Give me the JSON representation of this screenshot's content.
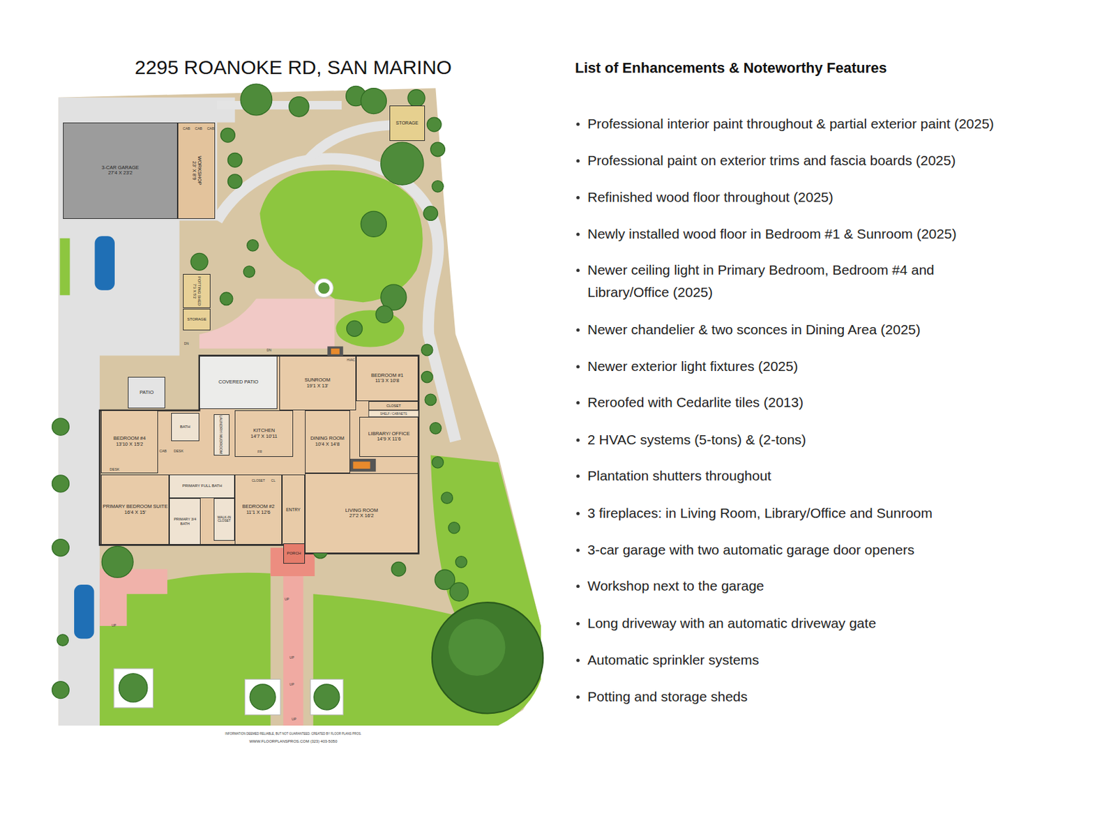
{
  "diagram": {
    "title": "2295 ROANOKE RD, SAN MARINO",
    "nodes": [
      {
        "text": [
          "3-CAR GARAGE",
          "27'4 X 23'2"
        ]
      },
      {
        "text": [
          "WORKSHOP",
          "23' X 8'9"
        ]
      },
      {
        "text": [
          "STORAGE"
        ]
      },
      {
        "text": [
          "POTTING SHED",
          "7'3 X 5'2"
        ]
      },
      {
        "text": [
          "STORAGE"
        ]
      },
      {
        "text": [
          "PATIO"
        ]
      },
      {
        "text": [
          "COVERED PATIO"
        ]
      },
      {
        "text": [
          "SUNROOM",
          "19'1 X 13'"
        ]
      },
      {
        "text": [
          "BEDROOM #1",
          "11'3 X 10'8"
        ]
      },
      {
        "text": [
          "CLOSET"
        ]
      },
      {
        "text": [
          "BEDROOM #4",
          "13'10 X 15'2"
        ]
      },
      {
        "text": [
          "BATH"
        ]
      },
      {
        "text": [
          "LAUNDRY/ MUDROOM"
        ]
      },
      {
        "text": [
          "KITCHEN",
          "14'7 X 10'11"
        ]
      },
      {
        "text": [
          "DINING ROOM",
          "10'4 X 14'8"
        ]
      },
      {
        "text": [
          "LIBRARY/ OFFICE",
          "14'9 X 11'6"
        ]
      },
      {
        "text": [
          "PRIMARY BEDROOM SUITE",
          "16'4 X 15'"
        ]
      },
      {
        "text": [
          "PRIMARY FULL BATH"
        ]
      },
      {
        "text": [
          "PRIMARY 3/4 BATH"
        ]
      },
      {
        "text": [
          "WALK-IN CLOSET"
        ]
      },
      {
        "text": [
          "BEDROOM #2",
          "11'1 X 12'6"
        ]
      },
      {
        "text": [
          "ENTRY"
        ]
      },
      {
        "text": [
          "LIVING ROOM",
          "27'2 X 16'2"
        ]
      },
      {
        "text": [
          "PORCH"
        ]
      }
    ],
    "labels": [
      "List of Enhancements & Noteworthy Features",
      "Professional interior paint throughout & partial exterior paint (2025)",
      "Professional paint on exterior trims and fascia boards (2025)",
      "Refinished wood floor throughout (2025)",
      "Newly installed wood floor in Bedroom #1 & Sunroom (2025)",
      "Newer ceiling light in Primary Bedroom, Bedroom #4 and Library/Office (2025)",
      "Newer chandelier & two sconces in Dining Area (2025)",
      "Newer exterior light fixtures (2025)",
      "Reroofed with Cedarlite tiles (2013)",
      "2 HVAC systems (5-tons) & (2-tons)",
      "Plantation shutters throughout",
      "3 fireplaces: in Living Room, Library/Office and Sunroom",
      "3-car garage with two automatic garage door openers",
      "Workshop next to the garage",
      "Long driveway with an automatic driveway gate",
      "Automatic sprinkler systems",
      "Potting and storage sheds",
      "CAB",
      "CAB",
      "CAB",
      "DN",
      "DN",
      "UP",
      "UP",
      "UP",
      "UP",
      "UP",
      "CAB",
      "DESK",
      "DESK",
      "CLOSET",
      "CL",
      "HVAC",
      "SHELF / CABINETS",
      "FR",
      "INFORMATION DEEMED RELIABLE, BUT NOT GUARANTEED. CREATED BY FLOOR PLANS PROS.",
      "WWW.FLOORPLANSPROS.COM  (323) 403-5050"
    ]
  }
}
